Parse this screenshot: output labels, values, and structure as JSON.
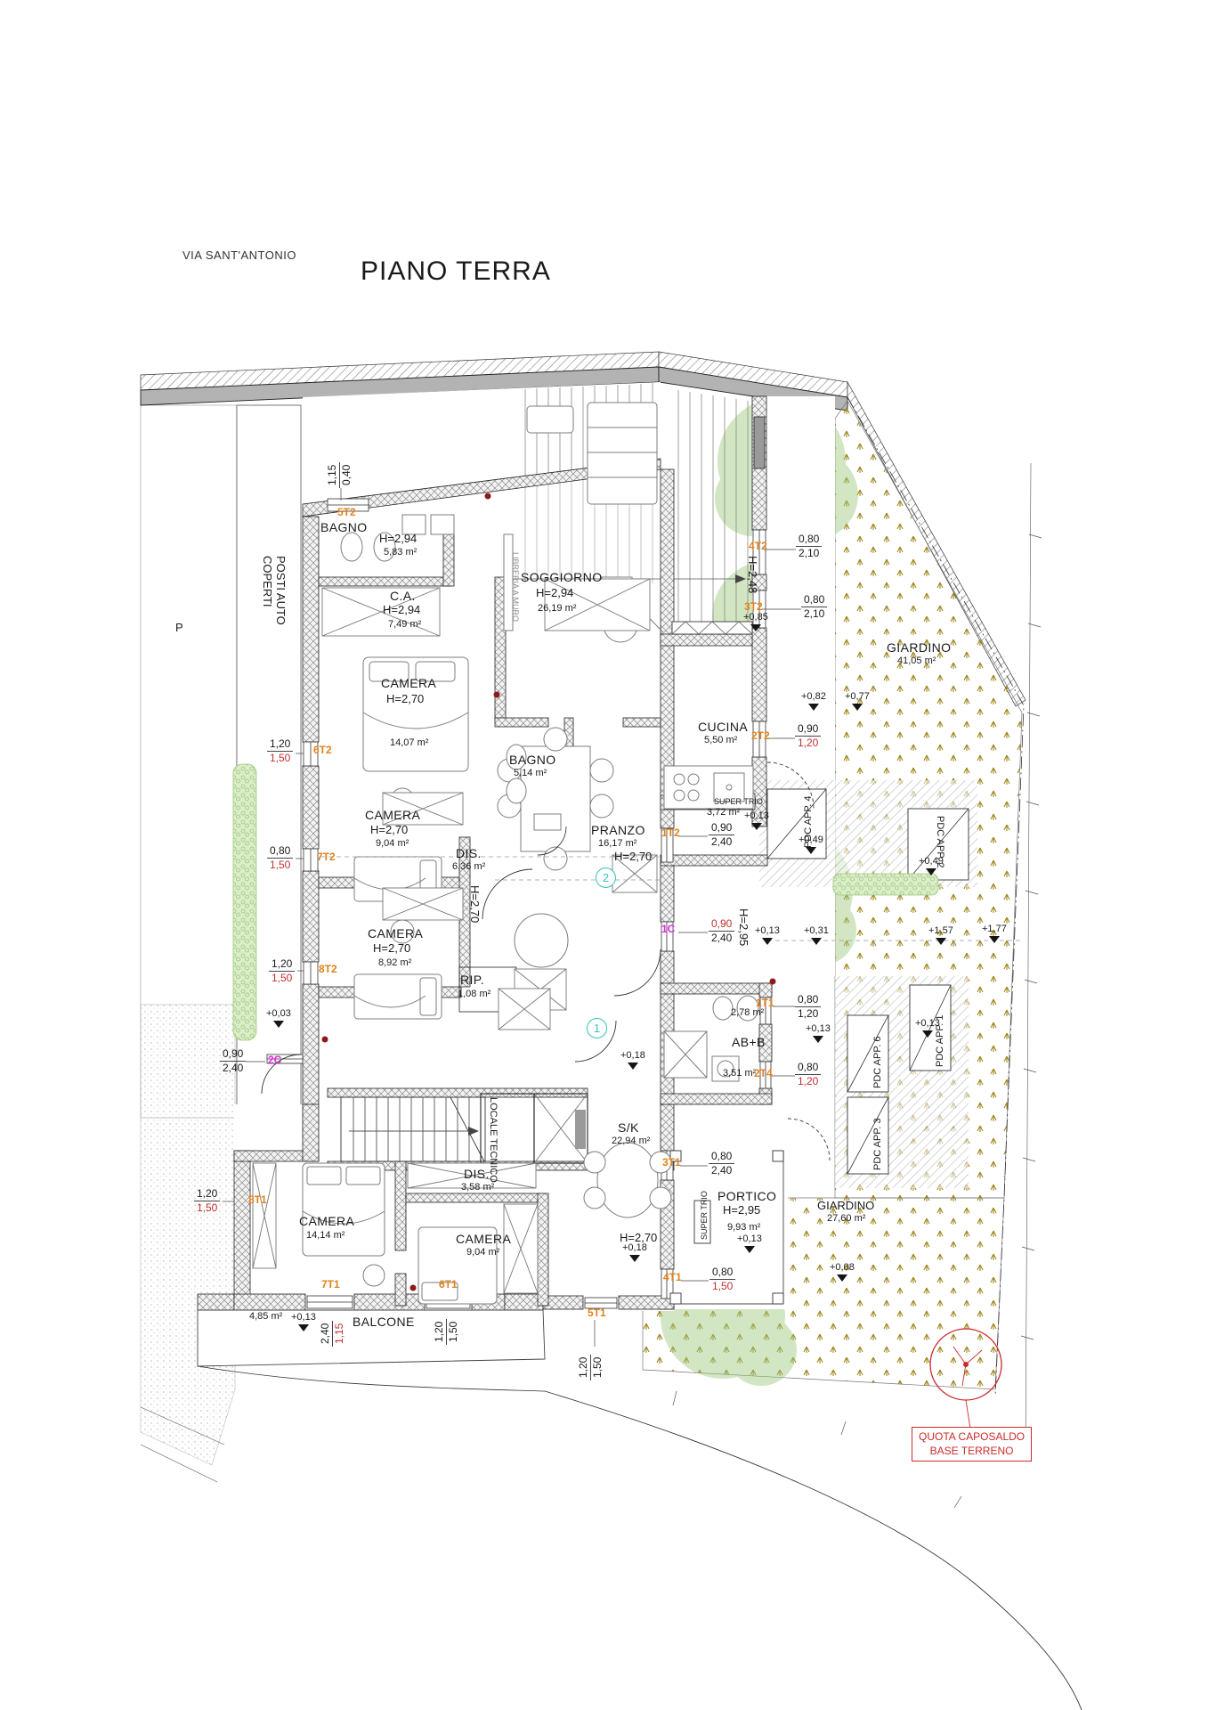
{
  "palette": {
    "door_label": "#e0821c",
    "gate_label": "#df2bdf",
    "dim_red": "#c43030",
    "circle_teal": "#35c2c2",
    "note_red": "#cc2a2a",
    "tree_green": "#9cc87d",
    "grass_olive": "#a08820",
    "wall_gray": "#b3b3b3"
  },
  "header": {
    "street": "VIA SANT'ANTONIO",
    "title": "PIANO TERRA"
  },
  "site": {
    "posti1": "POSTI AUTO",
    "posti2": "COPERTI",
    "p": "P"
  },
  "rooms": {
    "bagno1": {
      "name": "BAGNO",
      "h": "H=2,94",
      "area": "5,83 m²"
    },
    "ca": {
      "name": "C.A.",
      "h": "H=2,94",
      "area": "7,49 m²"
    },
    "soggiorno": {
      "name": "SOGGIORNO",
      "h": "H=2,94",
      "area": "26,19 m²"
    },
    "camera1": {
      "name": "CAMERA",
      "h": "H=2,70",
      "area": "14,07 m²"
    },
    "bagno2": {
      "name": "BAGNO",
      "area": "5,14 m²"
    },
    "cucina": {
      "name": "CUCINA",
      "area": "5,50 m²"
    },
    "pranzo": {
      "name": "PRANZO",
      "area": "16,17 m²",
      "h": "H=2,70"
    },
    "camera2": {
      "name": "CAMERA",
      "h": "H=2,70",
      "area": "9,04 m²"
    },
    "dis1": {
      "name": "DIS.",
      "area": "6,36 m²"
    },
    "camera3": {
      "name": "CAMERA",
      "h": "H=2,70",
      "area": "8,92 m²"
    },
    "rip": {
      "name": "RIP.",
      "area": "1,08 m²"
    },
    "locale": {
      "name": "LOCALE TECNICO"
    },
    "sk": {
      "name": "S/K",
      "area": "22,94 m²"
    },
    "dis2": {
      "name": "DIS.",
      "area": "3,58 m²"
    },
    "camera4": {
      "name": "CAMERA",
      "area": "14,14 m²"
    },
    "camera5": {
      "name": "CAMERA",
      "area": "9,04 m²"
    },
    "balcone": {
      "name": "BALCONE",
      "area": "4,85 m²"
    },
    "portico": {
      "name": "PORTICO",
      "h": "H=2,95",
      "area": "9,93 m²"
    },
    "giardino1": {
      "name": "GIARDINO",
      "area": "41,05 m²"
    },
    "giardino2": {
      "name": "GIARDINO",
      "area": "27,60 m²"
    },
    "abb": {
      "name": "AB+B",
      "wc_area": "2,78 m²",
      "area": "3,51 m²"
    }
  },
  "misc": {
    "h248": "H=2,48",
    "h270": "H=2,70",
    "h295": "H=2,95",
    "sqm372": "3,72 m²",
    "super_trio": "SUPER TRIO",
    "libreria": "LIBRERIA A MURO"
  },
  "doors": {
    "t5_2": "5T2",
    "t4_2": "4T2",
    "t3_2": "3T2",
    "t2_2": "2T2",
    "t1_2": "1T2",
    "t6_2": "6T2",
    "t7_2": "7T2",
    "t8_2": "8T2",
    "c1": "1C",
    "c2": "2C",
    "t1_1": "1T1",
    "t2_4": "2T4",
    "t3_1": "3T1",
    "t4_1": "4T1",
    "t5_1": "5T1",
    "t6_1": "6T1",
    "t7_1": "7T1",
    "t8_1": "8T1"
  },
  "dims": {
    "t5v": {
      "a": "1,15",
      "b": "0,40"
    },
    "t4": {
      "a": "0,80",
      "b": "2,10"
    },
    "t3": {
      "a": "0,80",
      "b": "2,10"
    },
    "t2": {
      "a": "0,90",
      "b": "1,20"
    },
    "t1": {
      "a": "0,90",
      "b": "2,40"
    },
    "t6": {
      "a": "1,20",
      "b": "1,50"
    },
    "t7": {
      "a": "0,80",
      "b": "1,50"
    },
    "t8": {
      "a": "1,20",
      "b": "1,50"
    },
    "c1": {
      "a": "0,90",
      "b": "2,40"
    },
    "c2": {
      "a": "0,90",
      "b": "2,40"
    },
    "t1_1": {
      "a": "0,80",
      "b": "1,20"
    },
    "t2_4": {
      "a": "0,80",
      "b": "1,20"
    },
    "t3_1": {
      "a": "0,80",
      "b": "2,40"
    },
    "t4_1": {
      "a": "0,80",
      "b": "1,50"
    },
    "t8_1": {
      "a": "1,20",
      "b": "1,50"
    },
    "balc1": {
      "a": "2,40",
      "b": "1,15"
    },
    "balc2": {
      "a": "1,20",
      "b": "1,50"
    },
    "t5_1": {
      "a": "1,20",
      "b": "1,50"
    }
  },
  "levels": {
    "l085": "+0,85",
    "l082": "+0,82",
    "l077": "+0,77",
    "l049": "+0,49",
    "l031": "+0,31",
    "l157": "+1,57",
    "l177": "+1,77",
    "l013": "+0,13",
    "l018": "+0,18",
    "l003": "+0,03",
    "l008": "+0,08"
  },
  "circles": {
    "one": "1",
    "two": "2"
  },
  "pdc": {
    "a4": "PDC APP. 4",
    "a2": "PDC APP. 2",
    "a6": "PDC APP. 6",
    "a1": "PDC APP. 1",
    "a3": "PDC APP. 3"
  },
  "note": {
    "line1": "QUOTA CAPOSALDO",
    "line2": "BASE TERRENO"
  }
}
